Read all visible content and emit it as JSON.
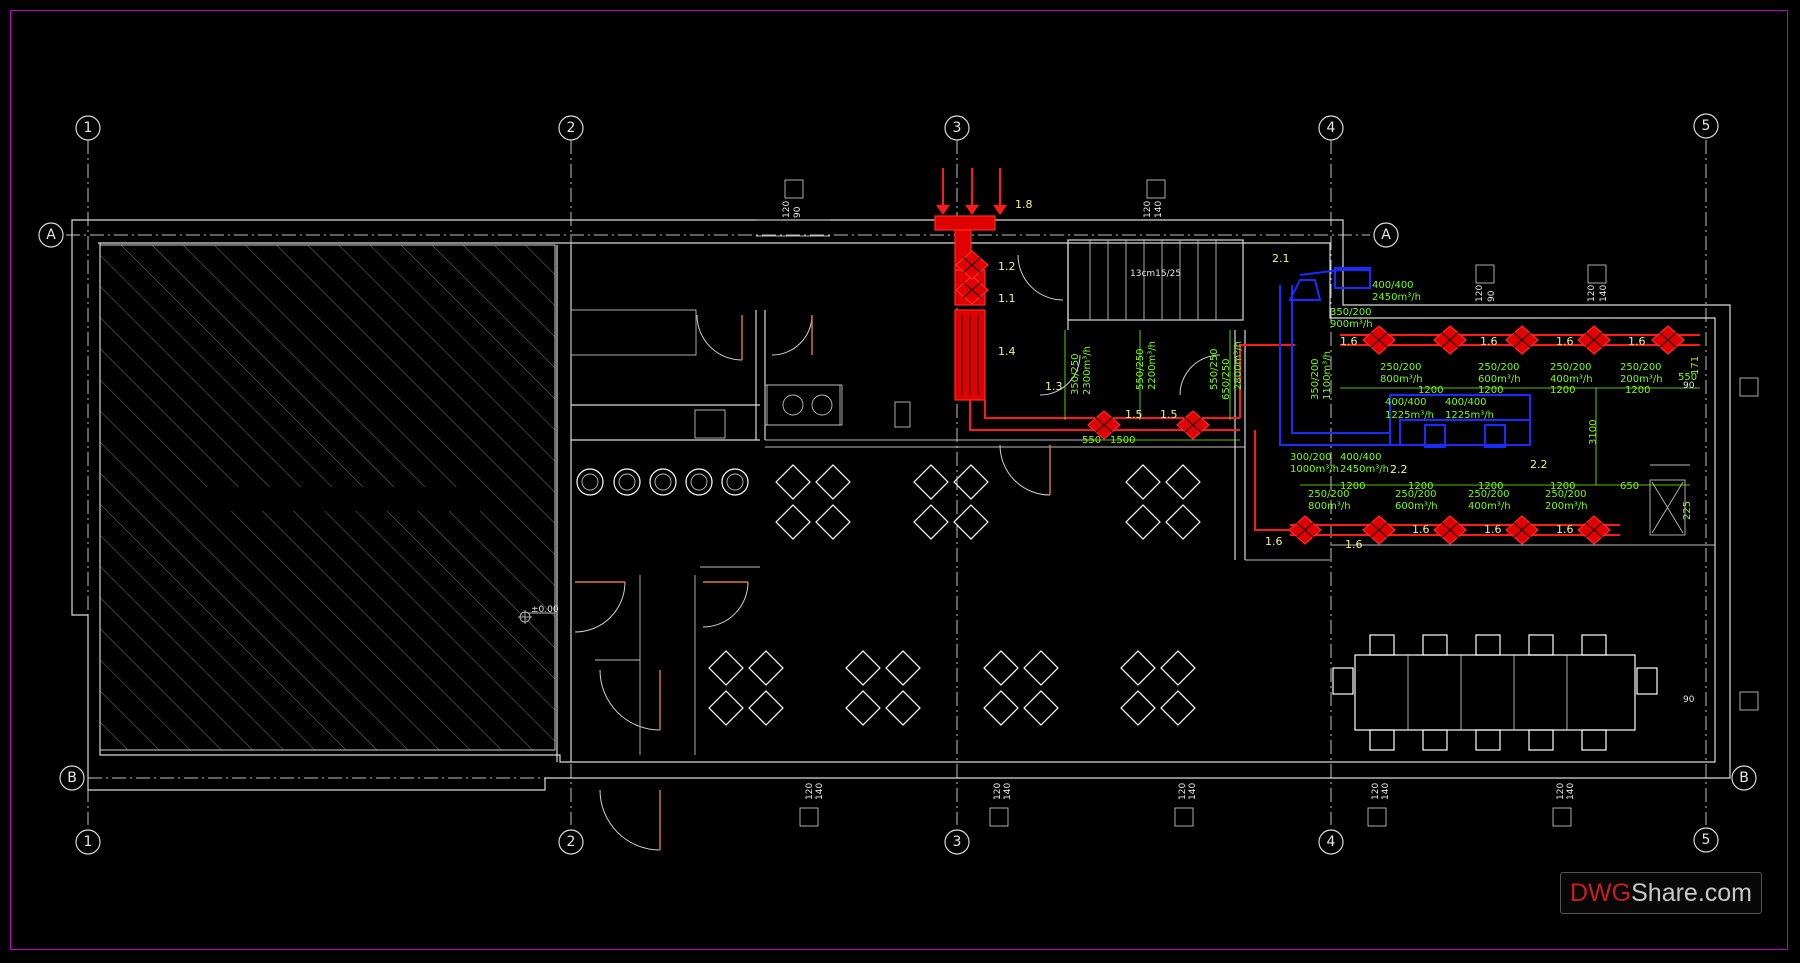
{
  "grid": {
    "columns": [
      "1",
      "2",
      "3",
      "4",
      "5"
    ],
    "rows": [
      "A",
      "B"
    ]
  },
  "dims": {
    "r1": "250/200",
    "r2": "800m³/h",
    "r3": "250/200",
    "r4": "600m³/h",
    "r5": "250/200",
    "r6": "400m³/h",
    "r7": "250/200",
    "r8": "200m³/h",
    "b1": "400/400",
    "b2": "1225m³/h",
    "b3": "400/400",
    "b4": "1225m³/h",
    "t1": "400/400",
    "t2": "2450m³/h",
    "t3": "350/200",
    "t4": "900m³/h",
    "m1": "300/200",
    "m2": "1000m³/h",
    "m3": "400/400",
    "m4": "2450m³/h",
    "v1": "350/250",
    "v2": "2300m³/h",
    "v3": "550/250",
    "v4": "2200m³/h",
    "v5": "550/250",
    "v6": "650/250",
    "v7": "2800m³/h",
    "v8": "350/200",
    "v9": "1100m³/h",
    "l1": "250/200",
    "l2": "800m³/h",
    "l3": "250/200",
    "l4": "600m³/h",
    "l5": "250/200",
    "l6": "400m³/h",
    "l7": "250/200",
    "l8": "200m³/h",
    "d1200": "1200",
    "d550": "550",
    "d1500": "1500",
    "d650": "650",
    "d3100": "3100",
    "d171": "171",
    "d225": "225",
    "d90": "90",
    "d140": "140",
    "d120": "120"
  },
  "tags": {
    "t11": "1.1",
    "t12": "1.2",
    "t13": "1.3",
    "t14": "1.4",
    "t15a": "1.5",
    "t15b": "1.5",
    "t16": "1.6",
    "t18": "1.8",
    "t21": "2.1",
    "t22a": "2.2",
    "t22b": "2.2"
  },
  "stair_label": "13cm15/25",
  "level_mark": "±0.00",
  "watermark": {
    "a": "DWG",
    "b": "Share.com"
  },
  "colors": {
    "frame": "#c000c0",
    "supply": "#e00000",
    "exhaust": "#1a2bff",
    "dimension": "#7CFC00",
    "tag": "#f5f08a"
  }
}
